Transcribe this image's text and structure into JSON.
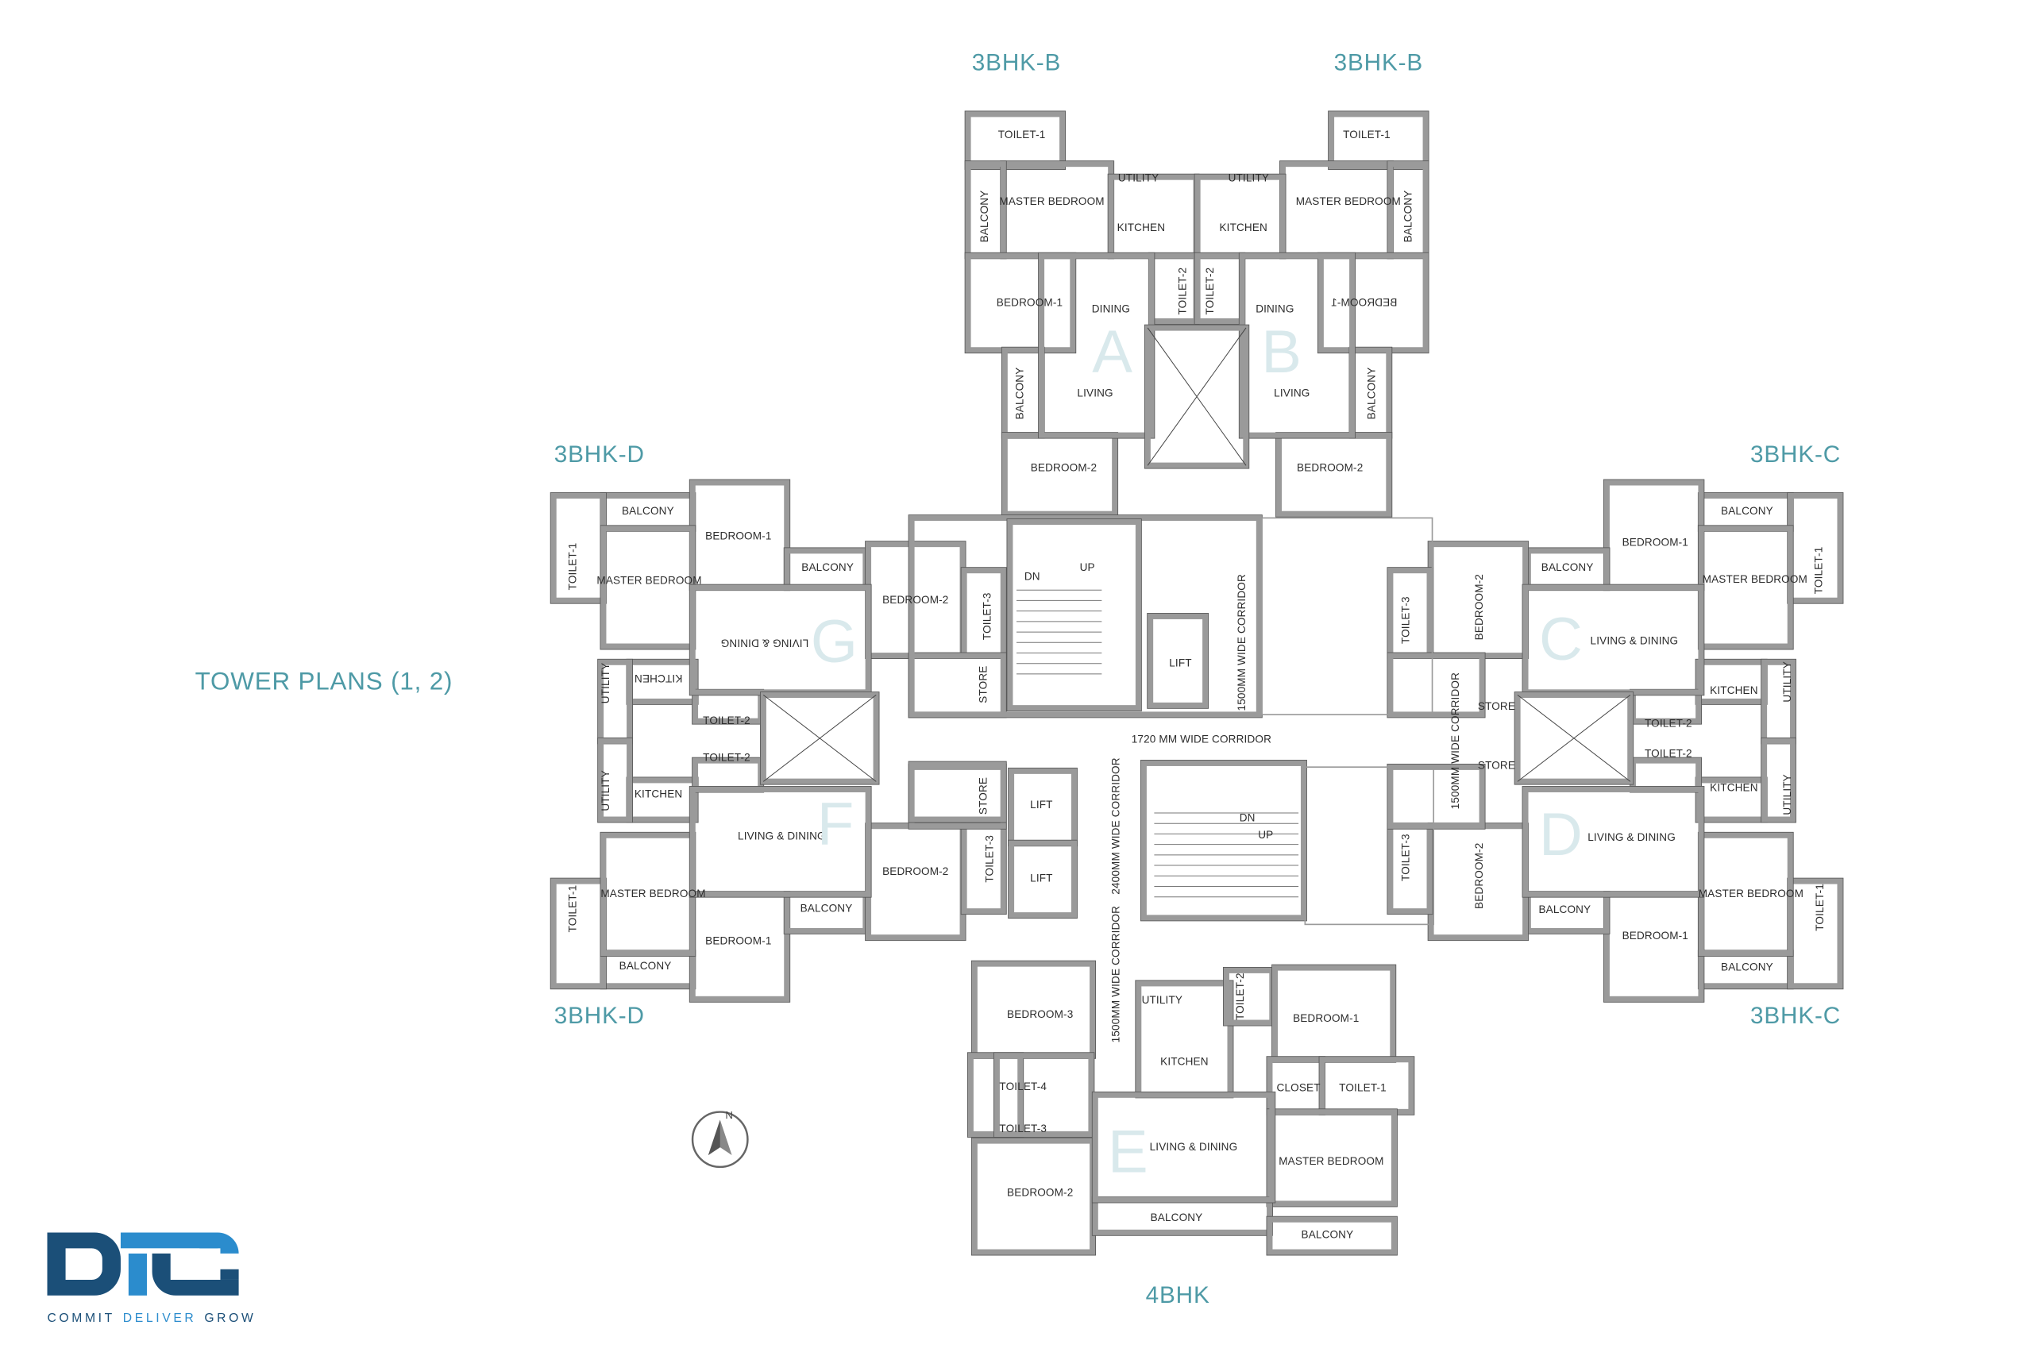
{
  "title": "TOWER PLANS (1, 2)",
  "headings": {
    "top_left": "3BHK-B",
    "top_right": "3BHK-B",
    "left_upper": "3BHK-D",
    "left_lower": "3BHK-D",
    "right_upper": "3BHK-C",
    "right_lower": "3BHK-C",
    "bottom": "4BHK"
  },
  "units": {
    "A": {
      "letter": "A",
      "rooms": [
        "TOILET-1",
        "UTILITY",
        "MASTER BEDROOM",
        "BALCONY",
        "KITCHEN",
        "BEDROOM-1",
        "DINING",
        "TOILET-2",
        "BALCONY",
        "LIVING",
        "BEDROOM-2"
      ]
    },
    "B": {
      "letter": "B",
      "rooms": [
        "TOILET-1",
        "UTILITY",
        "MASTER BEDROOM",
        "BALCONY",
        "KITCHEN",
        "TOILET-2",
        "DINING",
        "BEDROOM-1",
        "LIVING",
        "BALCONY",
        "BEDROOM-2"
      ]
    },
    "G": {
      "letter": "G",
      "rooms": [
        "BALCONY",
        "BEDROOM-1",
        "TOILET-1",
        "MASTER BEDROOM",
        "BALCONY",
        "BEDROOM-2",
        "TOILET-3",
        "LIVING & DINING",
        "KITCHEN",
        "UTILITY",
        "STORE",
        "TOILET-2"
      ]
    },
    "F": {
      "letter": "F",
      "rooms": [
        "TOILET-2",
        "UTILITY",
        "KITCHEN",
        "STORE",
        "LIVING & DINING",
        "BEDROOM-2",
        "TOILET-3",
        "MASTER BEDROOM",
        "TOILET-1",
        "BALCONY",
        "BEDROOM-1",
        "BALCONY"
      ]
    },
    "C": {
      "letter": "C",
      "rooms": [
        "BALCONY",
        "BEDROOM-1",
        "BALCONY",
        "MASTER BEDROOM",
        "TOILET-1",
        "TOILET-3",
        "BEDROOM-2",
        "LIVING & DINING",
        "UTILITY",
        "KITCHEN",
        "STORE",
        "TOILET-2"
      ]
    },
    "D": {
      "letter": "D",
      "rooms": [
        "STORE",
        "TOILET-2",
        "KITCHEN",
        "UTILITY",
        "LIVING & DINING",
        "TOILET-3",
        "BEDROOM-2",
        "MASTER BEDROOM",
        "TOILET-1",
        "BALCONY",
        "BEDROOM-1",
        "BALCONY"
      ]
    },
    "E": {
      "letter": "E",
      "rooms": [
        "UTILITY",
        "TOILET-2",
        "BEDROOM-3",
        "BEDROOM-1",
        "KITCHEN",
        "TOILET-4",
        "CLOSET",
        "TOILET-1",
        "TOILET-3",
        "LIVING & DINING",
        "MASTER BEDROOM",
        "BEDROOM-2",
        "BALCONY",
        "BALCONY"
      ]
    }
  },
  "core": [
    "DN",
    "UP",
    "LIFT",
    "1500MM WIDE CORRIDOR",
    "1720 MM WIDE CORRIDOR",
    "2400MM WIDE CORRIDOR",
    "LIFT",
    "LIFT",
    "DN",
    "UP",
    "1500MM WIDE CORRIDOR",
    "1500MM WIDE CORRIDOR"
  ],
  "compass": {
    "label": "N",
    "icon": "north-arrow-icon"
  },
  "logo": {
    "text": "DTC",
    "tagline_1": "COMMIT",
    "tagline_2": "DELIVER",
    "tagline_3": "GROW",
    "colors": {
      "dark": "#1b4f78",
      "light": "#2b8ccd"
    }
  },
  "colors": {
    "heading": "#4e9aa6",
    "wall": "#9a9a9a",
    "letter": "#d9e9ec"
  }
}
